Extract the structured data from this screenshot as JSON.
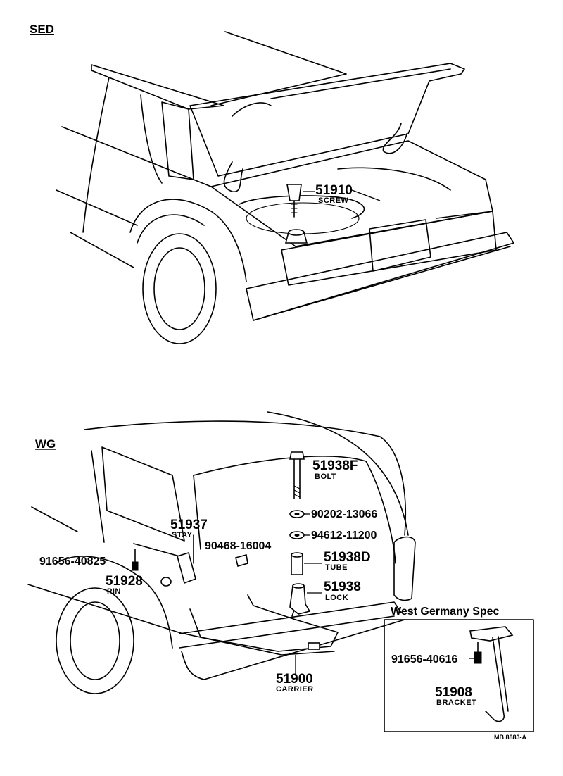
{
  "sections": {
    "sed": {
      "title": "SED"
    },
    "wg": {
      "title": "WG"
    }
  },
  "sed_parts": [
    {
      "number": "51910",
      "name": "SCREW"
    }
  ],
  "wg_parts": {
    "bolt": {
      "number": "51938F",
      "name": "BOLT"
    },
    "washer1": {
      "number": "90202-13066"
    },
    "washer2": {
      "number": "94612-11200"
    },
    "tube": {
      "number": "51938D",
      "name": "TUBE"
    },
    "lock": {
      "number": "51938",
      "name": "LOCK"
    },
    "stay": {
      "number": "51937",
      "name": "STAY"
    },
    "clip": {
      "number": "90468-16004"
    },
    "screw": {
      "number": "91656-40825"
    },
    "pin": {
      "number": "51928",
      "name": "PIN"
    },
    "carrier": {
      "number": "51900",
      "name": "CARRIER"
    }
  },
  "inset": {
    "title": "West Germany Spec",
    "parts": [
      {
        "number": "91656-40616"
      },
      {
        "number": "51908",
        "name": "BRACKET"
      }
    ],
    "code": "MB 8883-A"
  }
}
